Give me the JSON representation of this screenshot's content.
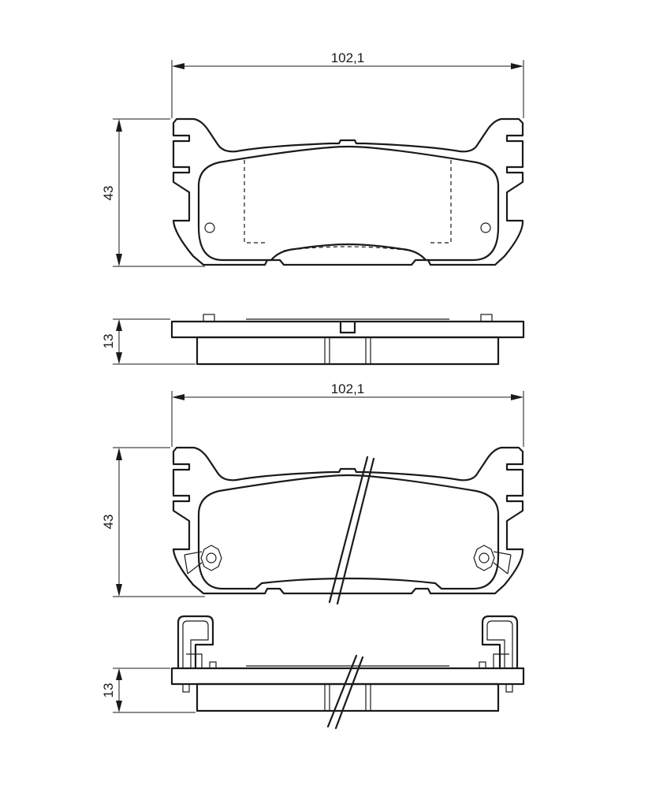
{
  "dimensions": {
    "top_view_width": "102,1",
    "top_view_height": "43",
    "top_side_thickness": "13",
    "bottom_view_width": "102,1",
    "bottom_view_height": "43",
    "bottom_side_thickness": "13"
  }
}
